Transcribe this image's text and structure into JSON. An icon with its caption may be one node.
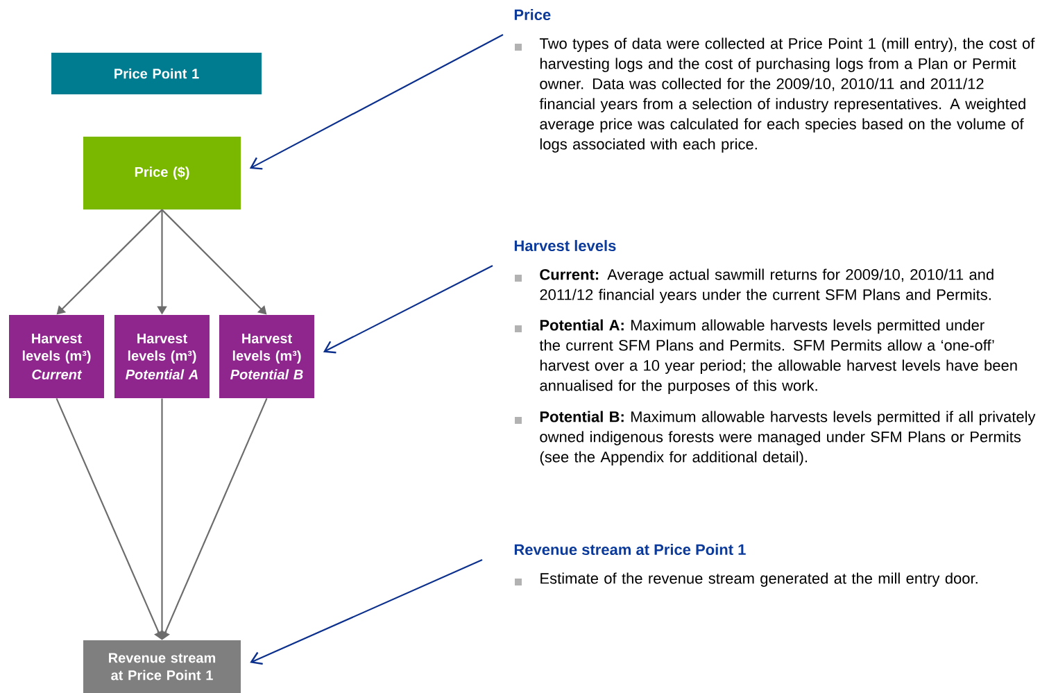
{
  "diagram": {
    "nodes": [
      {
        "text": [
          "Price Point 1"
        ]
      },
      {
        "text": [
          "Price ($)"
        ]
      },
      {
        "text": [
          "Harvest levels (m³)",
          "Current"
        ]
      },
      {
        "text": [
          "Harvest levels (m³)",
          "Potential A"
        ]
      },
      {
        "text": [
          "Harvest levels (m³)",
          "Potential B"
        ]
      },
      {
        "text": [
          "Revenue stream at Price Point 1"
        ]
      }
    ],
    "edges": [
      {
        "from": 1,
        "to": 2,
        "arrow": "to"
      },
      {
        "from": 1,
        "to": 3,
        "arrow": "to"
      },
      {
        "from": 1,
        "to": 4,
        "arrow": "to"
      },
      {
        "from": 2,
        "to": 5,
        "arrow": "to"
      },
      {
        "from": 3,
        "to": 5,
        "arrow": "to"
      },
      {
        "from": 4,
        "to": 5,
        "arrow": "to"
      },
      {
        "from": null,
        "to": 1,
        "arrow": "to",
        "color": "#0b2f8c"
      },
      {
        "from": null,
        "to": 4,
        "arrow": "to",
        "color": "#0b2f8c"
      },
      {
        "from": null,
        "to": 5,
        "arrow": "to",
        "color": "#0b2f8c"
      }
    ],
    "labels": [
      "Price",
      "Two types of data were collected at Price Point 1 (mill entry), the cost of harvesting logs and the cost of purchasing logs from a Plan or Permit owner.  Data was collected for the 2009/10, 2010/11 and 2011/12 financial years from a selection of industry representatives. A weighted average price was calculated for each species based on the volume of logs associated with each price.",
      "Harvest levels",
      "**Current:**  Average actual sawmill returns for 2009/10, 2010/11 and 2011/12 financial years under the current SFM Plans and Permits.",
      "**Potential A:** Maximum allowable harvests levels permitted under the current SFM Plans and Permits. SFM Permits allow a ‘one-off’ harvest over a 10 year period;  the allowable harvest levels have been annualised for the purposes of this work.",
      "**Potential B:** Maximum allowable harvests levels permitted if all privately owned indigenous forests were managed under SFM Plans or Permits (see the Appendix for additional detail).",
      "Revenue stream at Price Point 1",
      "Estimate of the revenue stream generated at the mill entry door."
    ]
  }
}
